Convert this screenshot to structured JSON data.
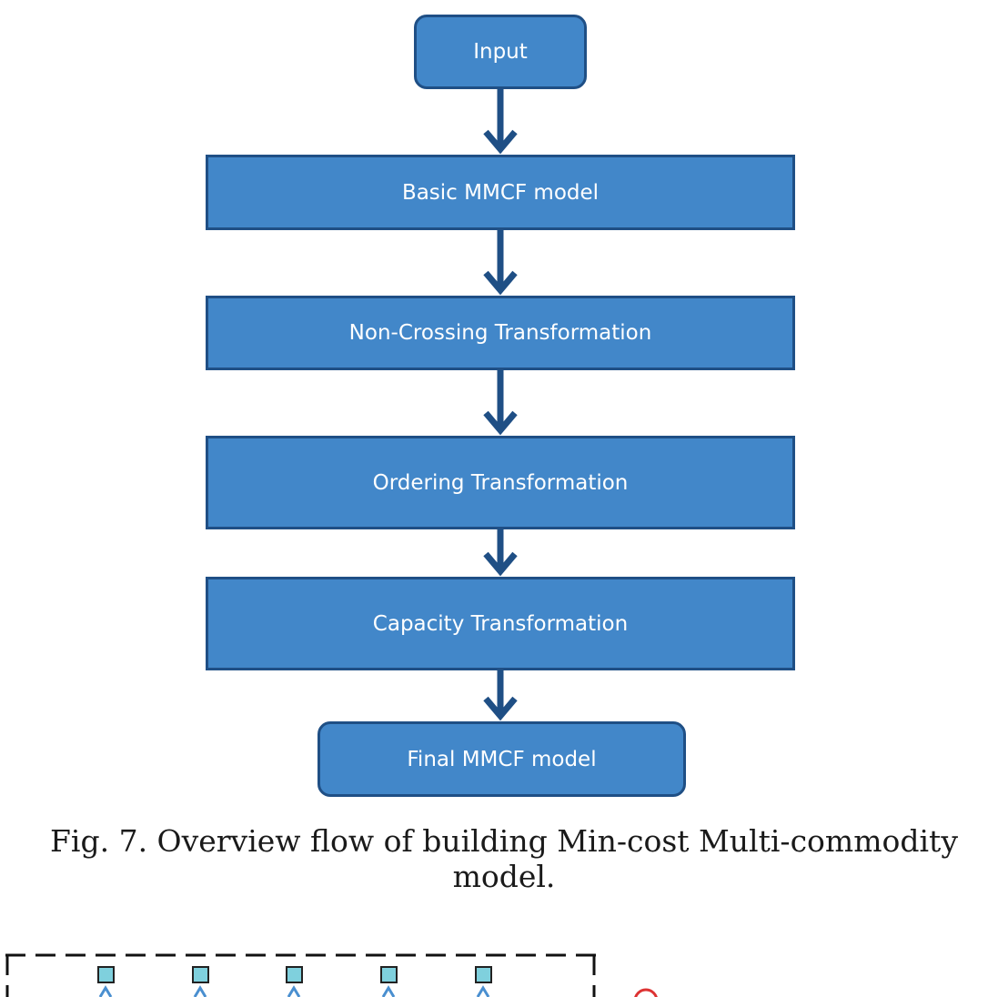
{
  "flow": {
    "steps": [
      "Input",
      "Basic MMCF model",
      "Non-Crossing Transformation",
      "Ordering Transformation",
      "Capacity Transformation",
      "Final MMCF model"
    ]
  },
  "caption": "Fig. 7.  Overview flow of building Min-cost Multi-commodity model.",
  "colors": {
    "box_fill": "#4287c9",
    "box_border": "#1f4f85",
    "arrow": "#1f4f85",
    "next_figure_nodes": "#7fd0dd"
  }
}
